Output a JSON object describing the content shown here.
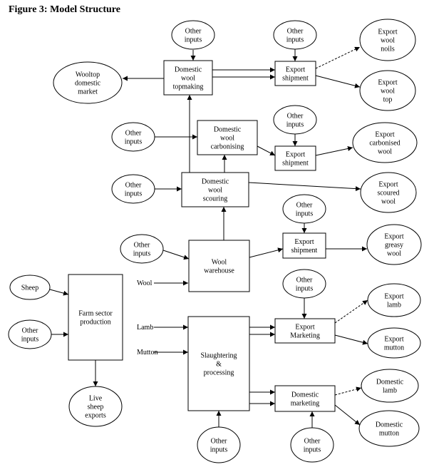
{
  "title": "Figure 3: Model Structure",
  "nodes": {
    "oi_topmaking": [
      "Other",
      "inputs"
    ],
    "topmaking": [
      "Domestic",
      "wool",
      "topmaking"
    ],
    "oi_shipment_top": [
      "Other",
      "inputs"
    ],
    "shipment_top": [
      "Export",
      "shipment"
    ],
    "export_noils": [
      "Export",
      "wool",
      "noils"
    ],
    "export_top": [
      "Export",
      "wool",
      "top"
    ],
    "wooltop_market": [
      "Wooltop",
      "domestic",
      "market"
    ],
    "oi_carbonising": [
      "Other",
      "inputs"
    ],
    "carbonising": [
      "Domestic",
      "wool",
      "carbonising"
    ],
    "oi_shipment_carb": [
      "Other",
      "inputs"
    ],
    "shipment_carb": [
      "Export",
      "shipment"
    ],
    "export_carbonised": [
      "Export",
      "carbonised",
      "wool"
    ],
    "oi_scouring": [
      "Other",
      "inputs"
    ],
    "scouring": [
      "Domestic",
      "wool",
      "scouring"
    ],
    "export_scoured": [
      "Export",
      "scoured",
      "wool"
    ],
    "oi_warehouse": [
      "Other",
      "inputs"
    ],
    "warehouse": [
      "Wool",
      "warehouse"
    ],
    "oi_shipment_greasy": [
      "Other",
      "inputs"
    ],
    "shipment_greasy": [
      "Export",
      "shipment"
    ],
    "export_greasy": [
      "Export",
      "greasy",
      "wool"
    ],
    "sheep": [
      "Sheep"
    ],
    "oi_farm": [
      "Other",
      "inputs"
    ],
    "farm": [
      "Farm sector",
      "production"
    ],
    "live_exports": [
      "Live",
      "sheep",
      "exports"
    ],
    "slaughter": [
      "Slaughtering",
      "&",
      "processing"
    ],
    "oi_slaughter": [
      "Other",
      "inputs"
    ],
    "oi_export_marketing": [
      "Other",
      "inputs"
    ],
    "export_marketing": [
      "Export",
      "Marketing"
    ],
    "export_lamb": [
      "Export",
      "lamb"
    ],
    "export_mutton": [
      "Export",
      "mutton"
    ],
    "domestic_marketing": [
      "Domestic",
      "marketing"
    ],
    "oi_domestic_marketing": [
      "Other",
      "inputs"
    ],
    "domestic_lamb": [
      "Domestic",
      "lamb"
    ],
    "domestic_mutton": [
      "Domestic",
      "mutton"
    ]
  },
  "labels": {
    "wool": "Wool",
    "lamb": "Lamb",
    "mutton": "Mutton"
  }
}
